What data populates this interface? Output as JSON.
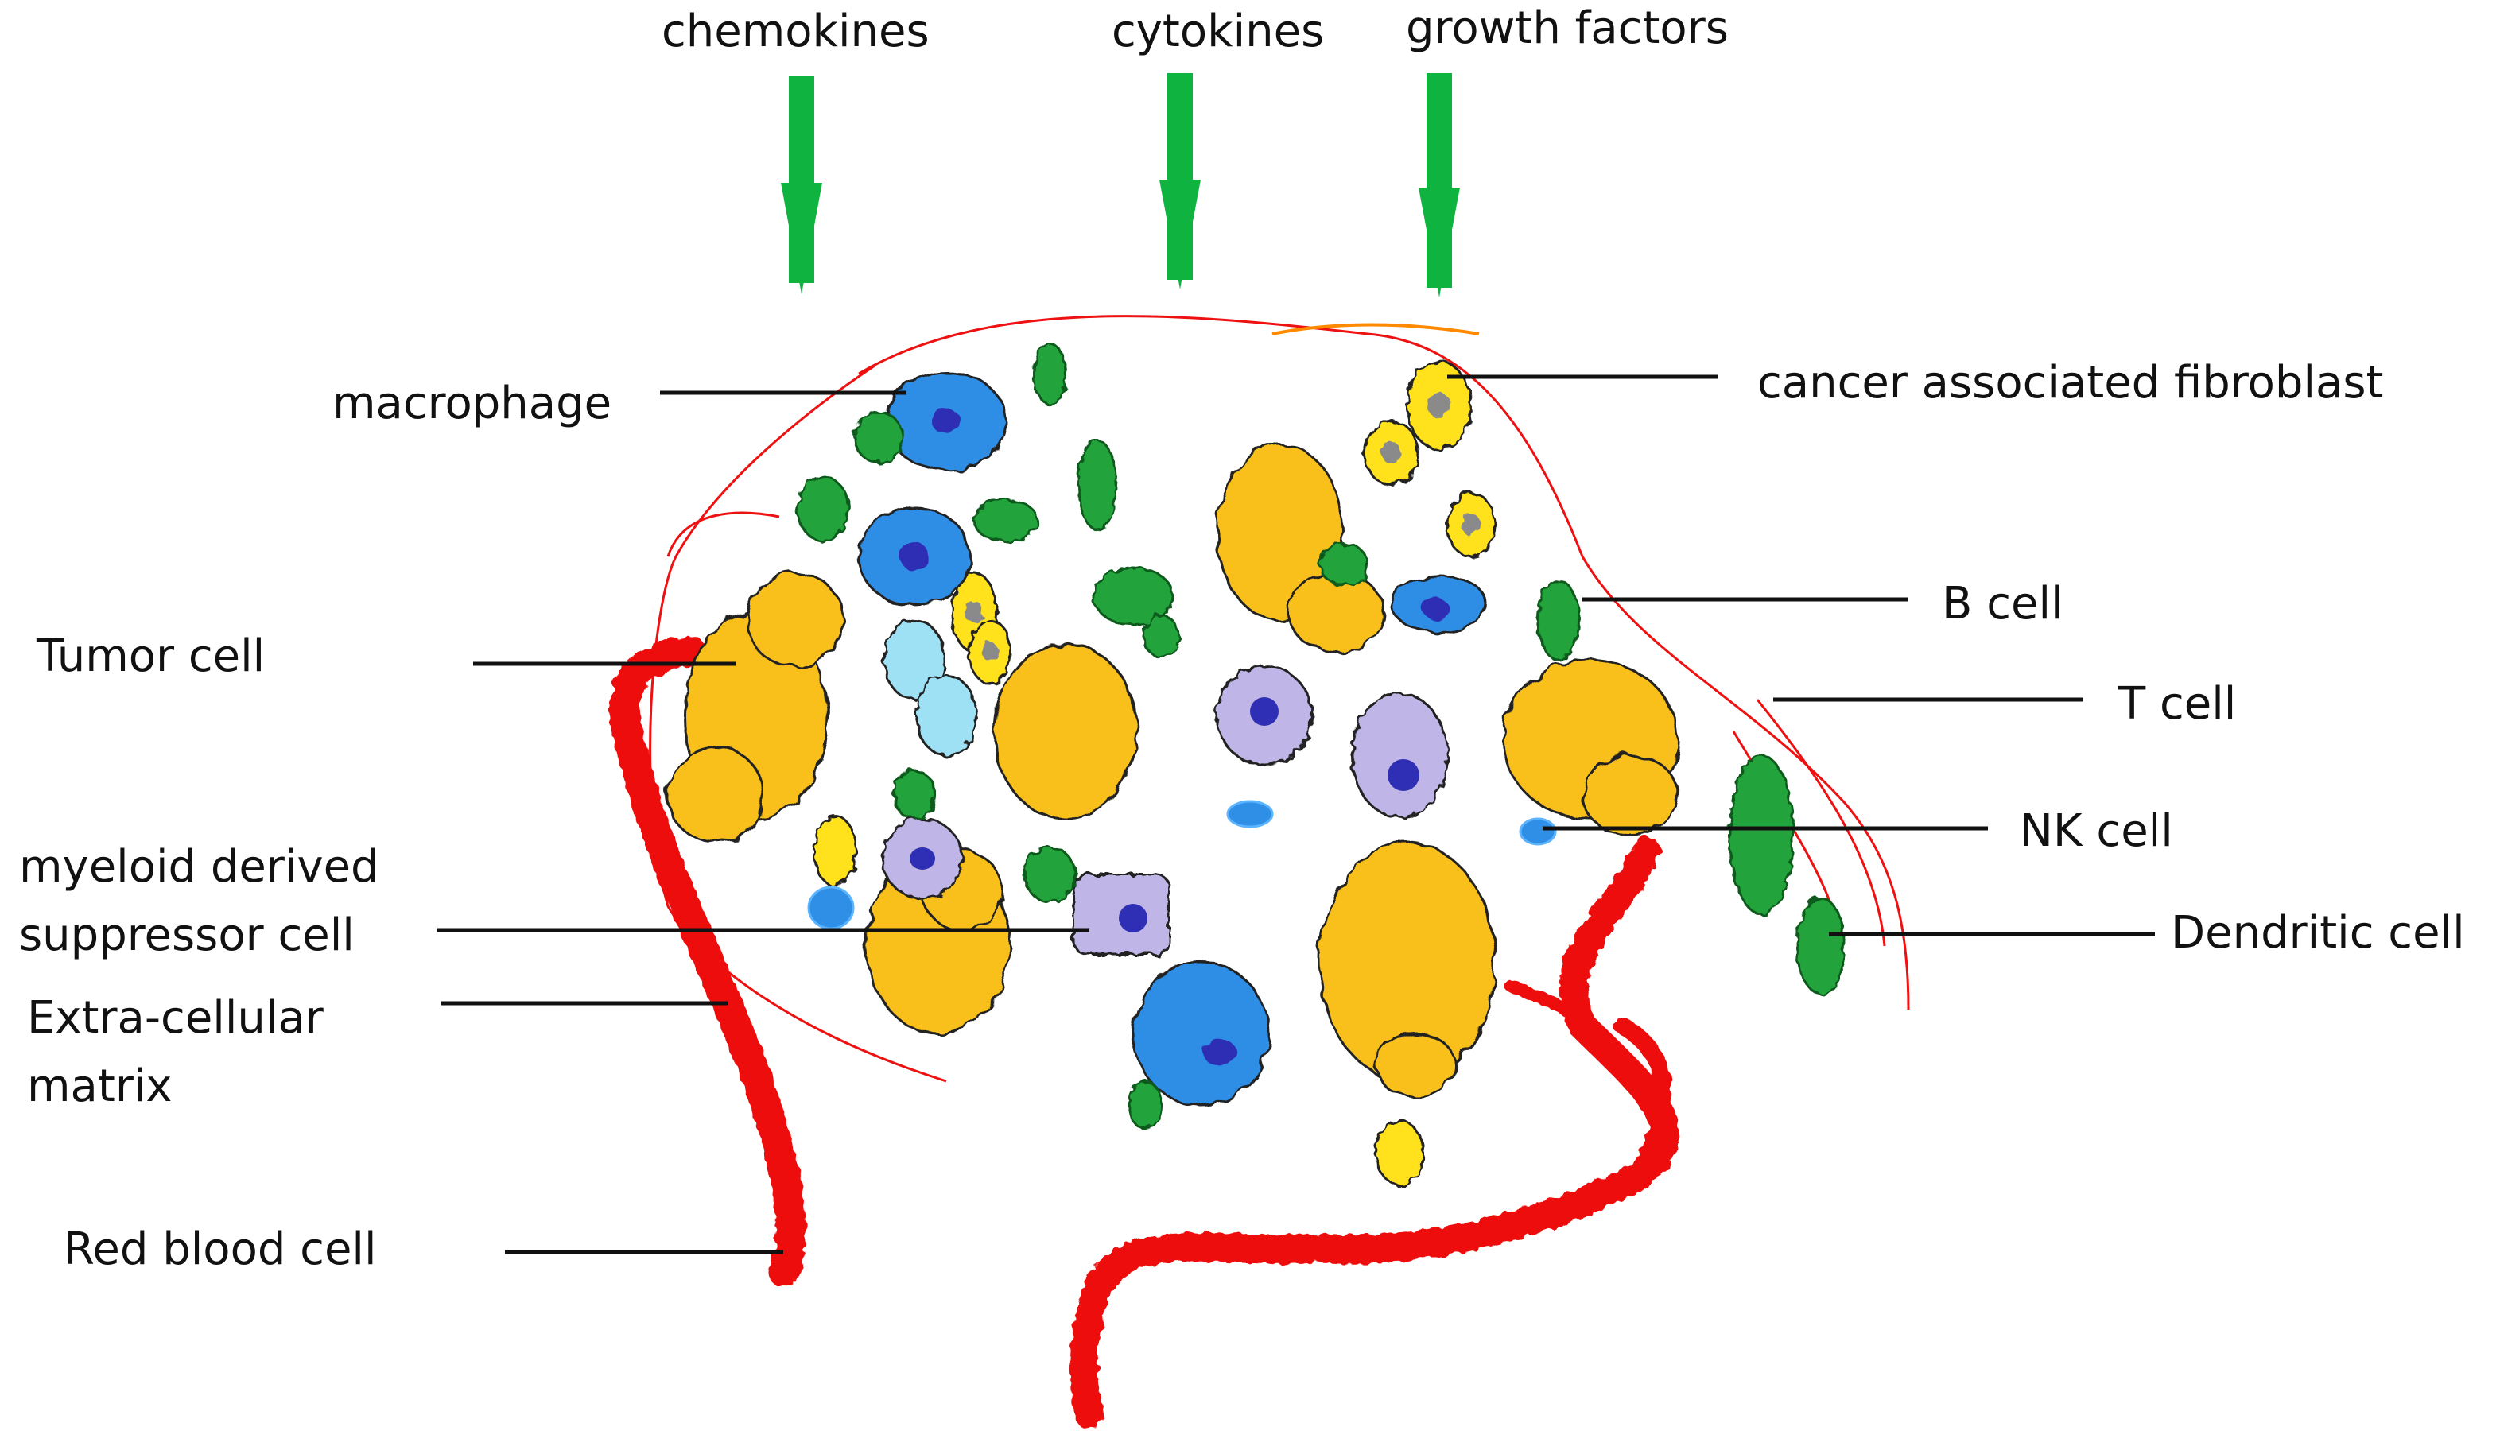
{
  "signals": [
    {
      "label": "chemokines",
      "icon": "down-arrow-icon"
    },
    {
      "label": "cytokines",
      "icon": "down-arrow-icon"
    },
    {
      "label": "growth factors",
      "icon": "down-arrow-icon"
    }
  ],
  "labels": {
    "macrophage": "macrophage",
    "tumor_cell": "Tumor cell",
    "mdsc_line1": "myeloid derived",
    "mdsc_line2": "suppressor cell",
    "ecm_line1": "Extra-cellular",
    "ecm_line2": "matrix",
    "red_blood_cell": "Red blood cell",
    "caf": "cancer associated fibroblast",
    "b_cell": "B cell",
    "t_cell": "T cell",
    "nk_cell": "NK cell",
    "dendritic_cell": "Dendritic cell"
  },
  "colors": {
    "arrow": "#0fb340",
    "tumor": "#f9c01f",
    "macrophage": "#2f8ee6",
    "vessel": "#ee1111",
    "caf": "#ffe21e",
    "tcell": "#23a33a",
    "mdsc": "#bfb5e6",
    "nucleus": "#2f2fb5",
    "light_cyan": "#9ee0f4"
  }
}
